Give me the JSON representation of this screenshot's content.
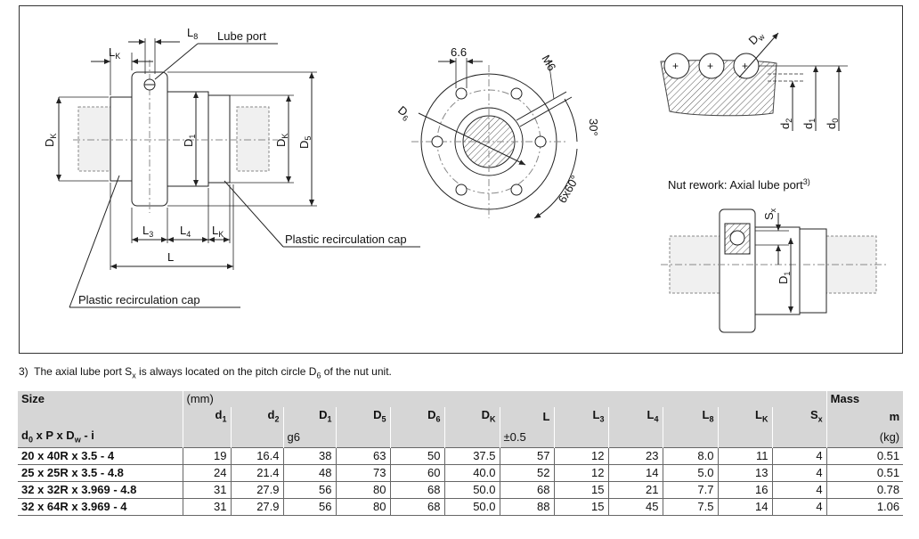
{
  "drawing": {
    "labels": {
      "l8": "L8",
      "lube_port": "Lube port",
      "lk": "LK",
      "dk": "DK",
      "d1": "D1",
      "d5": "D5",
      "l3": "L3",
      "l4": "L4",
      "l": "L",
      "plastic_cap_right": "Plastic recirculation cap",
      "plastic_cap_left": "Plastic recirculation cap",
      "dim_66": "6.6",
      "m6": "M6",
      "d6": "D6",
      "angle_30": "30°",
      "angle_6x60": "6x60°",
      "dw": "Dw",
      "d2": "d2",
      "d1_small": "d1",
      "d0": "d0",
      "nut_rework": "Nut rework: Axial lube port",
      "nut_rework_ref": "3)",
      "sx": "Sx"
    }
  },
  "footnote": {
    "ref": "3)",
    "text_before": "The axial lube port S",
    "sub": "x",
    "text_after": " is always located on the pitch circle D",
    "sub2": "6",
    "text_end": " of the nut unit."
  },
  "table": {
    "size_label": "Size",
    "unit_label": "(mm)",
    "mass_label": "Mass",
    "designation_label": "d0 x P x Dw - i",
    "columns": [
      {
        "key": "d1",
        "label": "d",
        "sub": "1",
        "note": ""
      },
      {
        "key": "d2",
        "label": "d",
        "sub": "2",
        "note": ""
      },
      {
        "key": "D1",
        "label": "D",
        "sub": "1",
        "note": "g6"
      },
      {
        "key": "D5",
        "label": "D",
        "sub": "5",
        "note": ""
      },
      {
        "key": "D6",
        "label": "D",
        "sub": "6",
        "note": ""
      },
      {
        "key": "DK",
        "label": "D",
        "sub": "K",
        "note": ""
      },
      {
        "key": "L",
        "label": "L",
        "sub": "",
        "note": "±0.5"
      },
      {
        "key": "L3",
        "label": "L",
        "sub": "3",
        "note": ""
      },
      {
        "key": "L4",
        "label": "L",
        "sub": "4",
        "note": ""
      },
      {
        "key": "L8",
        "label": "L",
        "sub": "8",
        "note": ""
      },
      {
        "key": "LK",
        "label": "L",
        "sub": "K",
        "note": ""
      },
      {
        "key": "Sx",
        "label": "S",
        "sub": "x",
        "note": ""
      },
      {
        "key": "m",
        "label": "m",
        "sub": "",
        "note": "(kg)"
      }
    ],
    "rows": [
      {
        "size": "20 x 40R x 3.5 - 4",
        "values": [
          "19",
          "16.4",
          "38",
          "63",
          "50",
          "37.5",
          "57",
          "12",
          "23",
          "8.0",
          "11",
          "4",
          "0.51"
        ]
      },
      {
        "size": "25 x 25R x 3.5 - 4.8",
        "values": [
          "24",
          "21.4",
          "48",
          "73",
          "60",
          "40.0",
          "52",
          "12",
          "14",
          "5.0",
          "13",
          "4",
          "0.51"
        ]
      },
      {
        "size": "32 x 32R x 3.969 - 4.8",
        "values": [
          "31",
          "27.9",
          "56",
          "80",
          "68",
          "50.0",
          "68",
          "15",
          "21",
          "7.7",
          "16",
          "4",
          "0.78"
        ]
      },
      {
        "size": "32 x 64R x 3.969 - 4",
        "values": [
          "31",
          "27.9",
          "56",
          "80",
          "68",
          "50.0",
          "88",
          "15",
          "45",
          "7.5",
          "14",
          "4",
          "1.06"
        ]
      }
    ]
  }
}
